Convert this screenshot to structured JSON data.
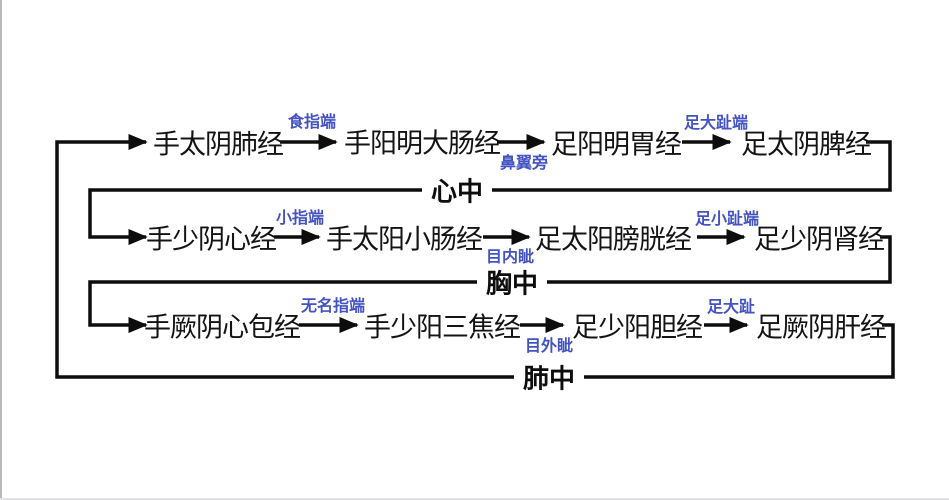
{
  "diagram": {
    "type": "meridian-flow-cycle",
    "colors": {
      "node_text": "#141414",
      "transfer_label": "#4453c3",
      "connector_line": "#0d0d0d",
      "background": "#ffffff"
    },
    "rows": [
      {
        "nodes": [
          "手太阴肺经",
          "手阳明大肠经",
          "足阳明胃经",
          "足太阴脾经"
        ],
        "transfer_points": [
          {
            "text": "食指端",
            "position": "above"
          },
          {
            "text": "鼻翼旁",
            "position": "below"
          },
          {
            "text": "足大趾端",
            "position": "above"
          }
        ],
        "connector": "心中"
      },
      {
        "nodes": [
          "手少阴心经",
          "手太阳小肠经",
          "足太阳膀胱经",
          "足少阴肾经"
        ],
        "transfer_points": [
          {
            "text": "小指端",
            "position": "above"
          },
          {
            "text": "目内眦",
            "position": "below"
          },
          {
            "text": "足小趾端",
            "position": "above"
          }
        ],
        "connector": "胸中"
      },
      {
        "nodes": [
          "手厥阴心包经",
          "手少阳三焦经",
          "足少阳胆经",
          "足厥阴肝经"
        ],
        "transfer_points": [
          {
            "text": "无名指端",
            "position": "above"
          },
          {
            "text": "目外眦",
            "position": "below"
          },
          {
            "text": "足大趾",
            "position": "above"
          }
        ],
        "connector": "肺中"
      }
    ]
  }
}
